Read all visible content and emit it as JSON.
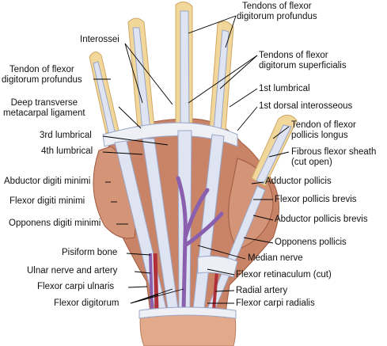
{
  "labels": {
    "tendons_fdp_top": [
      "Tendons of flexor",
      "digitorum profundus"
    ],
    "interossei": [
      "Interossei"
    ],
    "tendons_fds": [
      "Tendons of flexor",
      "digitorum superficialis"
    ],
    "tendon_fdp_left": [
      "Tendon of flexor",
      "digitorum profundus"
    ],
    "first_lumbrical": [
      "1st lumbrical"
    ],
    "first_dorsal_interosseous": [
      "1st dorsal interosseous"
    ],
    "deep_transverse": [
      "Deep transverse",
      "metacarpal ligament"
    ],
    "tendon_fpl": [
      "Tendon of flexor",
      "pollicis longus"
    ],
    "third_lumbrical": [
      "3rd lumbrical"
    ],
    "fourth_lumbrical": [
      "4th lumbrical"
    ],
    "fibrous_sheath": [
      "Fibrous flexor sheath",
      "(cut open)"
    ],
    "abductor_dm": [
      "Abductor digiti minimi"
    ],
    "adductor_pollicis": [
      "Adductor pollicis"
    ],
    "flexor_dm": [
      "Flexor digiti minimi"
    ],
    "flexor_pb": [
      "Flexor pollicis brevis"
    ],
    "abductor_pb": [
      "Abductor pollicis brevis"
    ],
    "opponens_dm": [
      "Opponens digiti minimi"
    ],
    "opponens_p": [
      "Opponens pollicis"
    ],
    "pisiform": [
      "Pisiform bone"
    ],
    "median_nerve": [
      "Median nerve"
    ],
    "ulnar_na": [
      "Ulnar nerve and artery"
    ],
    "flexor_ret": [
      "Flexor retinaculum (cut)"
    ],
    "fcu": [
      "Flexor carpi ulnaris"
    ],
    "radial_artery": [
      "Radial artery"
    ],
    "flexor_dig": [
      "Flexor digitorum"
    ],
    "fcr": [
      "Flexor carpi radialis"
    ]
  },
  "colors": {
    "bone": "#f2d79a",
    "tendon": "#dfe4f2",
    "tendon_edge": "#9aa6c8",
    "muscle": "#c98468",
    "muscle_dark": "#a8593f",
    "nerve": "#8a5fae",
    "artery": "#b0303a",
    "skin": "#e9b99b"
  }
}
